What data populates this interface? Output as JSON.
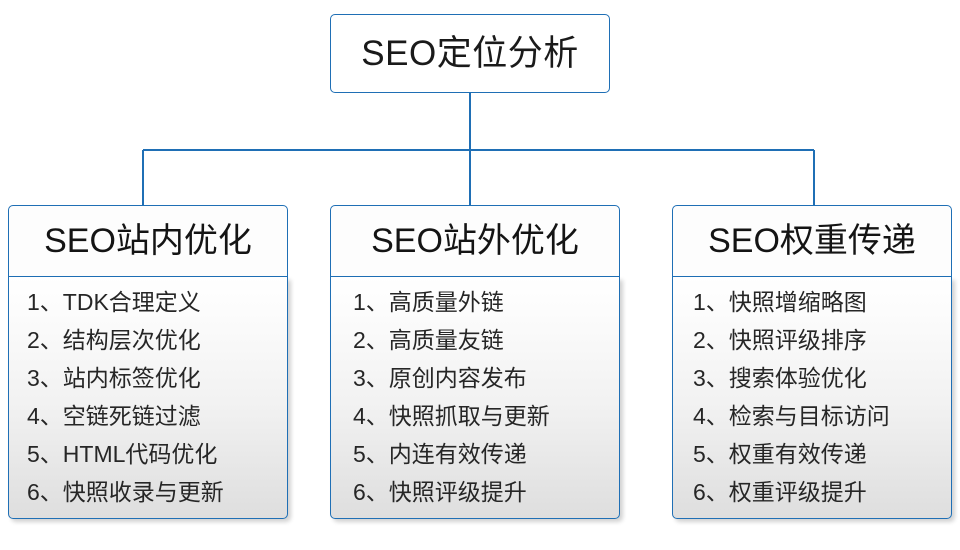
{
  "diagram": {
    "type": "org-tree",
    "accent_color": "#1f6fb5",
    "text_color": "#1a1a1a",
    "background_color": "#ffffff",
    "root": {
      "label": "SEO定位分析"
    },
    "branches": [
      {
        "header": "SEO站内优化",
        "items": [
          "1、TDK合理定义",
          "2、结构层次优化",
          "3、站内标签优化",
          "4、空链死链过滤",
          "5、HTML代码优化",
          "6、快照收录与更新"
        ]
      },
      {
        "header": "SEO站外优化",
        "items": [
          "1、高质量外链",
          "2、高质量友链",
          "3、原创内容发布",
          "4、快照抓取与更新",
          "5、内连有效传递",
          "6、快照评级提升"
        ]
      },
      {
        "header": "SEO权重传递",
        "items": [
          "1、快照增缩略图",
          "2、快照评级排序",
          "3、搜索体验优化",
          "4、检索与目标访问",
          "5、权重有效传递",
          "6、权重评级提升"
        ]
      }
    ]
  }
}
